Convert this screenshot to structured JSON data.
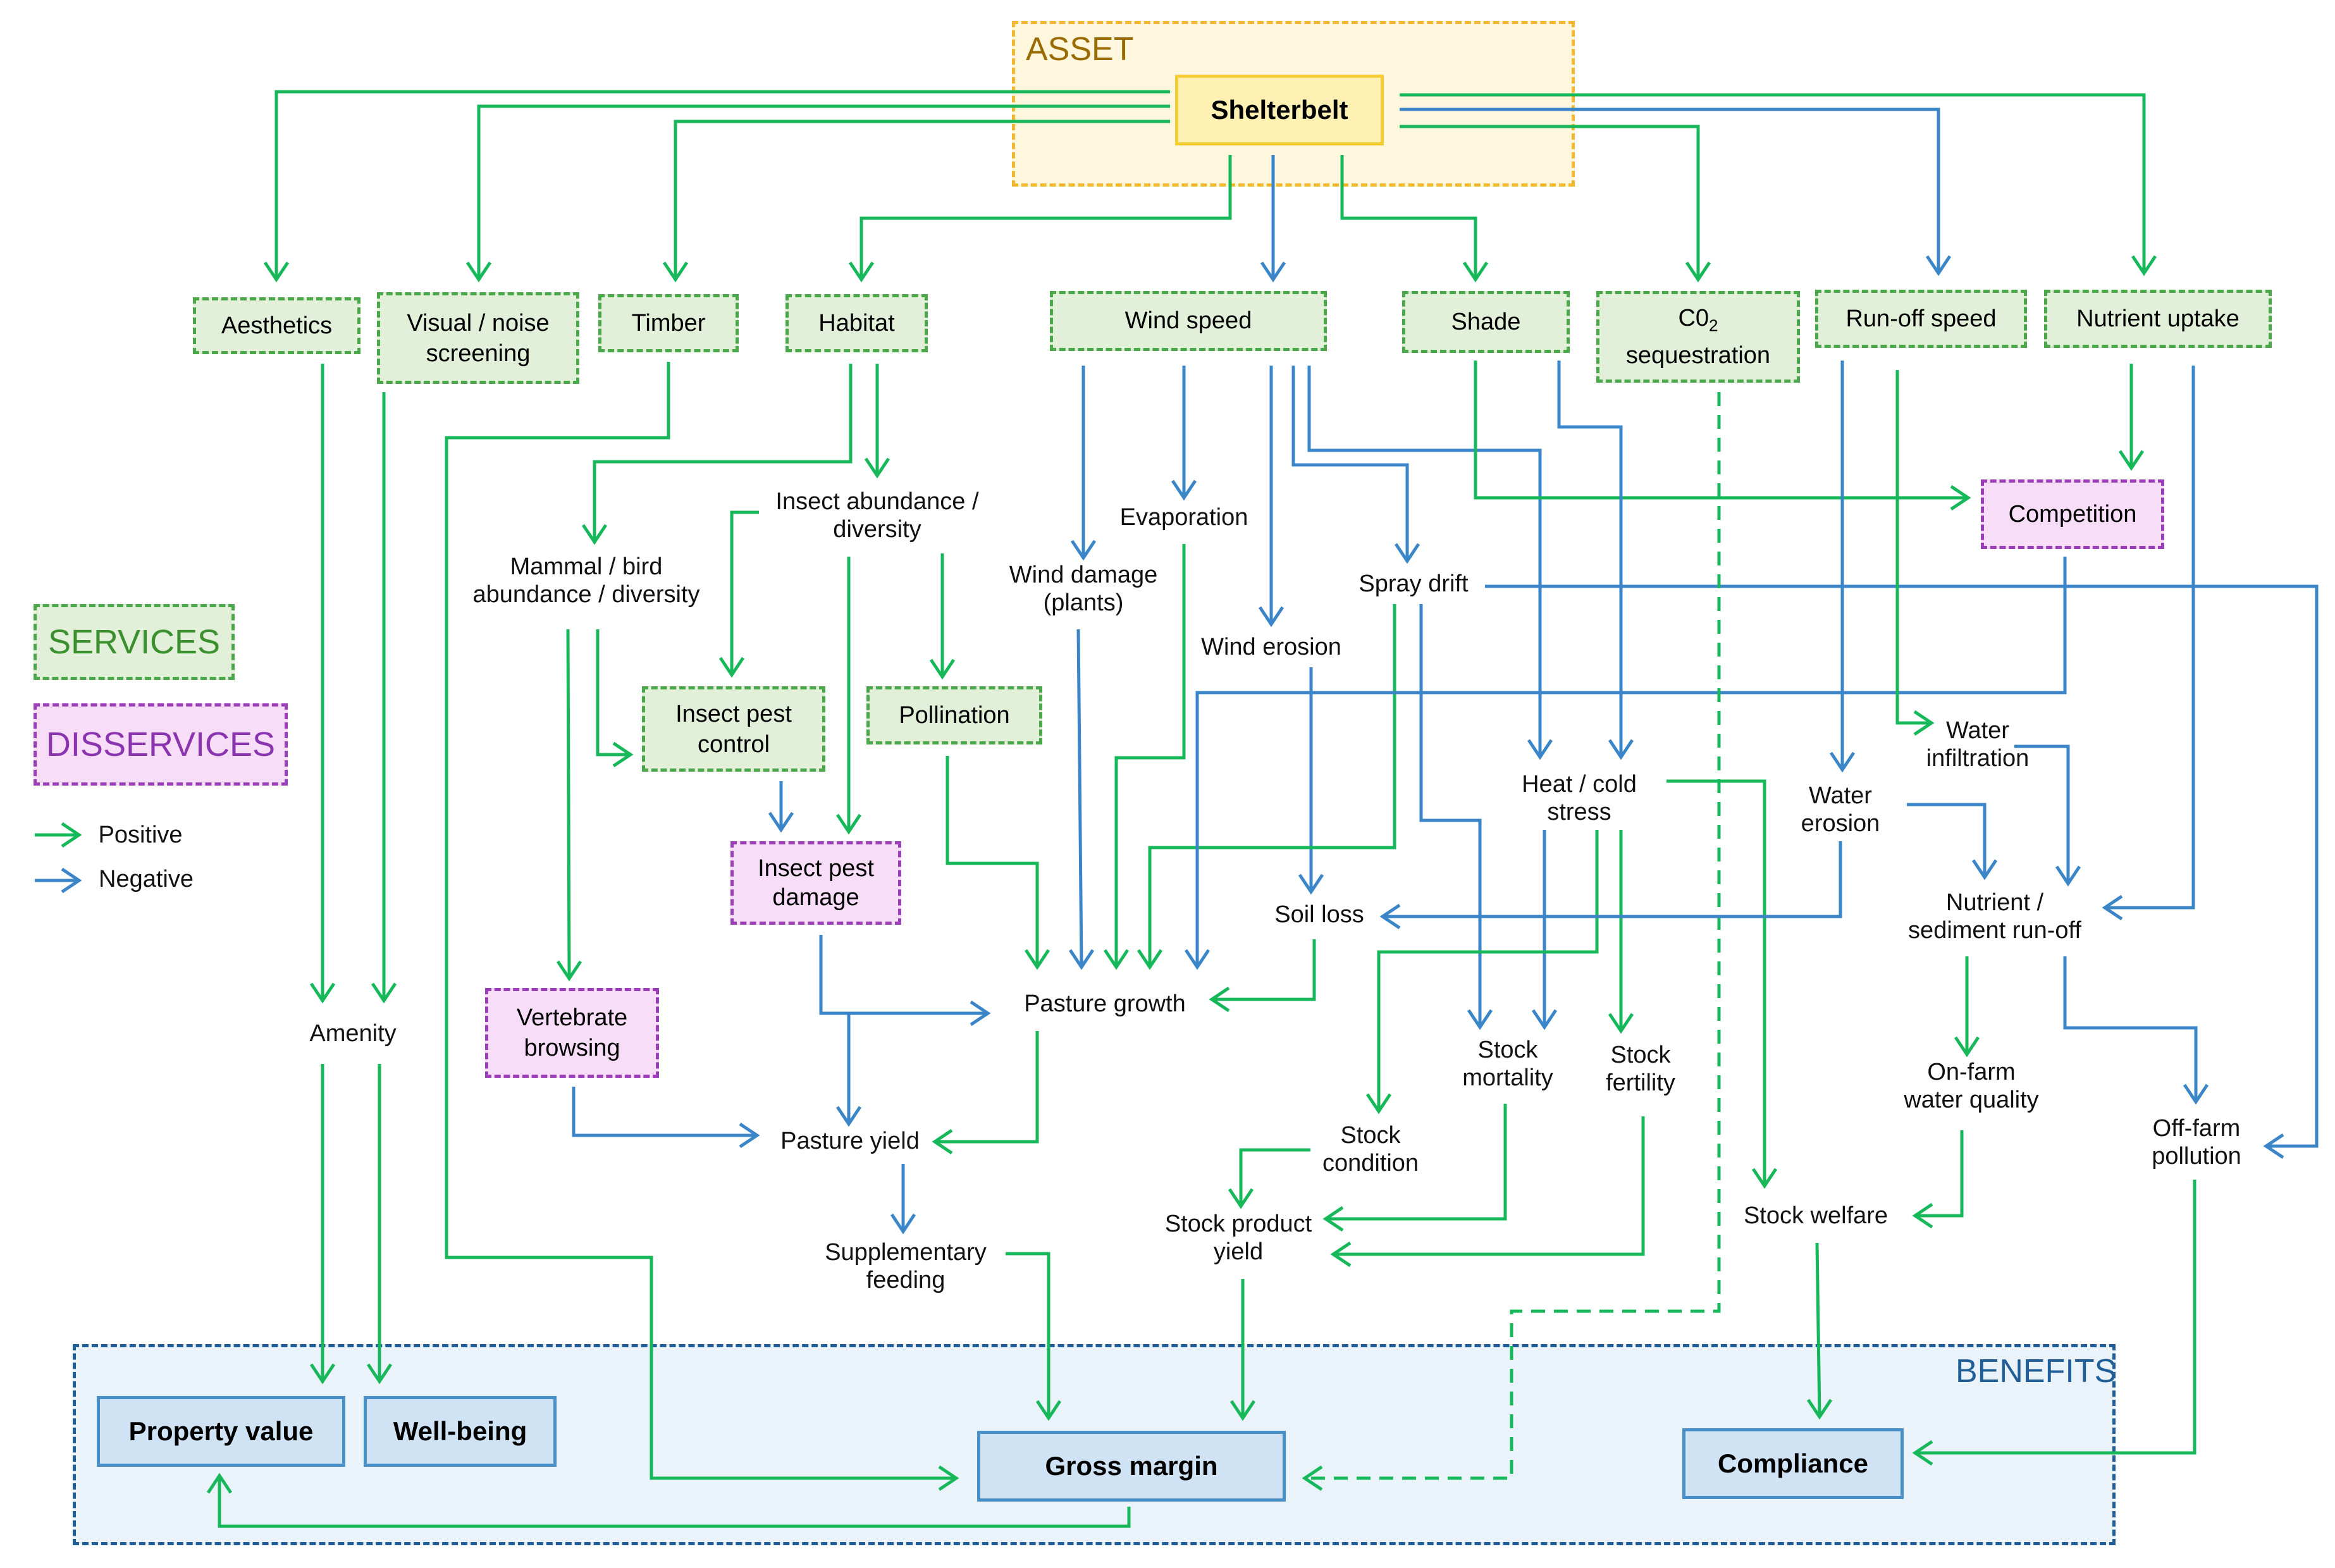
{
  "regions": {
    "asset": "ASSET",
    "benefits": "BENEFITS"
  },
  "legend": {
    "services": "SERVICES",
    "disservices": "DISSERVICES",
    "positive": "Positive",
    "negative": "Negative"
  },
  "colors": {
    "positive_arrow": "#16b85a",
    "negative_arrow": "#3a86c8",
    "service_border": "#4aa84a",
    "service_fill": "#e2f0d9",
    "disservice_border": "#9b3fb8",
    "disservice_fill": "#f7ddf7",
    "benefit_fill": "#cfe3f4",
    "asset_fill": "#fff1b3"
  },
  "nodes": {
    "shelterbelt": "Shelterbelt",
    "aesthetics": "Aesthetics",
    "visual_noise": "Visual / noise\nscreening",
    "timber": "Timber",
    "habitat": "Habitat",
    "wind_speed": "Wind speed",
    "shade": "Shade",
    "co2_prefix": "C0",
    "co2_sub": "2",
    "co2_suffix": "\nsequestration",
    "runoff_speed": "Run-off speed",
    "nutrient_uptake": "Nutrient uptake",
    "competition": "Competition",
    "insect_pest_control": "Insect pest\ncontrol",
    "pollination": "Pollination",
    "insect_pest_damage": "Insect pest\ndamage",
    "vertebrate_browsing": "Vertebrate\nbrowsing",
    "mammal_bird": "Mammal / bird\nabundance / diversity",
    "insect_abundance": "Insect abundance /\ndiversity",
    "evaporation": "Evaporation",
    "wind_damage": "Wind damage\n(plants)",
    "wind_erosion": "Wind erosion",
    "spray_drift": "Spray drift",
    "heat_cold": "Heat / cold\nstress",
    "water_erosion": "Water\nerosion",
    "water_infiltration": "Water\ninfiltration",
    "soil_loss": "Soil loss",
    "pasture_growth": "Pasture growth",
    "pasture_yield": "Pasture yield",
    "supplementary_feeding": "Supplementary\nfeeding",
    "amenity": "Amenity",
    "stock_condition": "Stock\ncondition",
    "stock_mortality": "Stock\nmortality",
    "stock_fertility": "Stock\nfertility",
    "stock_product_yield": "Stock product\nyield",
    "nutrient_sediment": "Nutrient /\nsediment run-off",
    "onfarm_water": "On-farm\nwater quality",
    "offfarm_pollution": "Off-farm\npollution",
    "stock_welfare": "Stock welfare",
    "property_value": "Property value",
    "well_being": "Well-being",
    "gross_margin": "Gross margin",
    "compliance": "Compliance"
  }
}
